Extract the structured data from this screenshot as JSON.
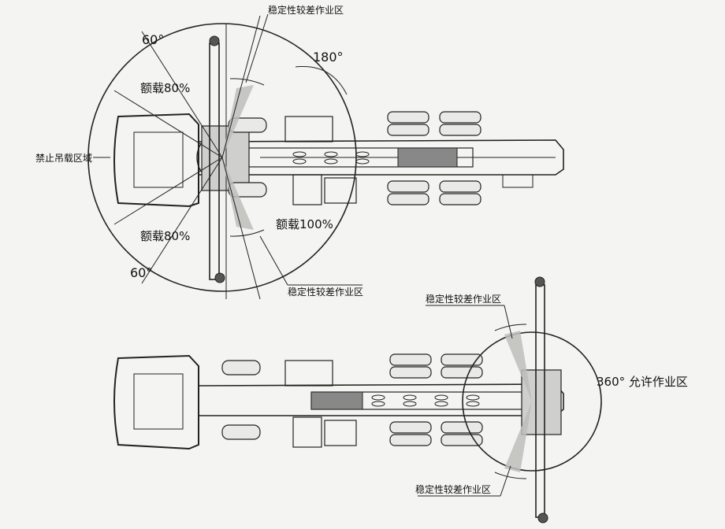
{
  "labels": {
    "top_stability_upper": "稳定性较差作业区",
    "top_stability_lower": "稳定性较差作业区",
    "angle_180": "180°",
    "angle_60_top": "60°",
    "angle_60_bottom": "60°",
    "load_80_top": "额载80%",
    "load_80_bottom": "额载80%",
    "load_100": "额载100%",
    "no_lift_zone": "禁止吊载区域",
    "bottom_stability_upper": "稳定性较差作业区",
    "bottom_stability_lower": "稳定性较差作业区",
    "work_360": "360° 允许作业区"
  },
  "colors": {
    "line": "#222222",
    "paper": "#f4f4f2",
    "shade": "#bdbdbb"
  }
}
